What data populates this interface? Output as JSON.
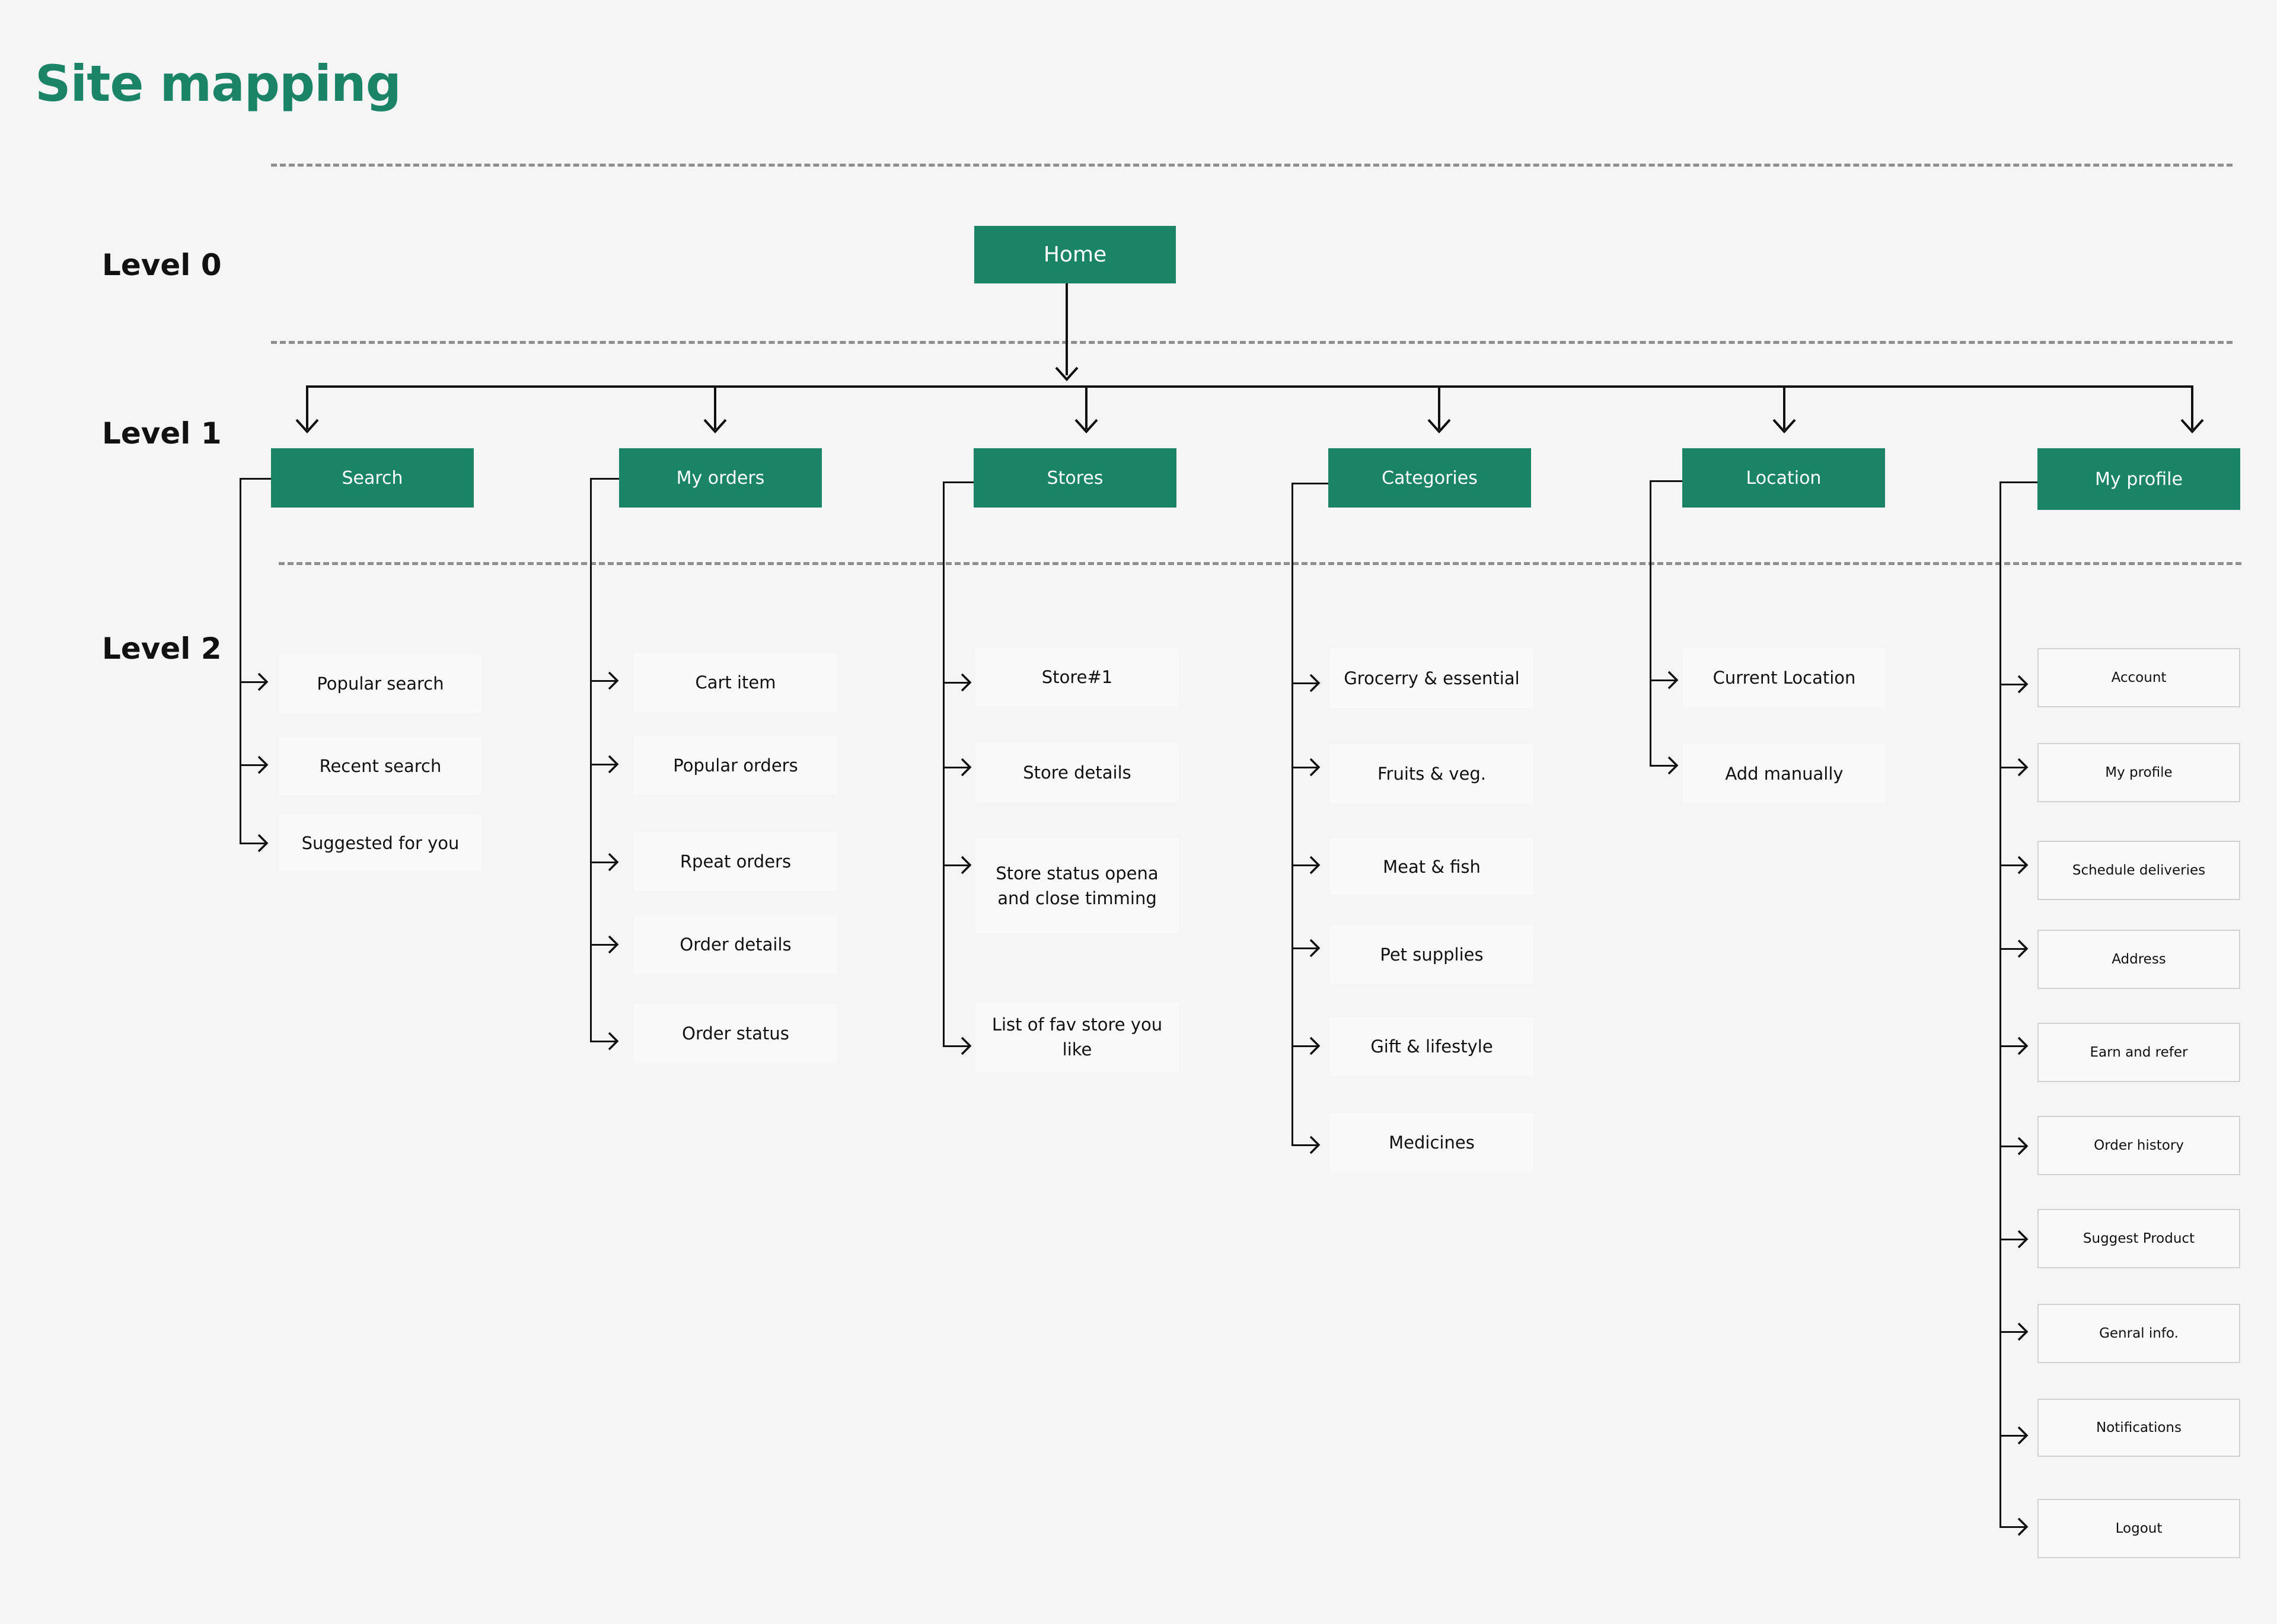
{
  "title": "Site mapping",
  "levels": [
    "Level 0",
    "Level 1",
    "Level 2"
  ],
  "home": "Home",
  "colors": {
    "accent": "#1b8467",
    "line": "#111111",
    "dash": "#8f8f8f",
    "card": "#f9f9f9",
    "background": "#f5f5f5"
  },
  "columns": [
    {
      "label": "Search",
      "children": [
        "Popular search",
        "Recent search",
        "Suggested for you"
      ]
    },
    {
      "label": "My orders",
      "children": [
        "Cart item",
        "Popular orders",
        "Rpeat orders",
        "Order details",
        "Order status"
      ]
    },
    {
      "label": "Stores",
      "children": [
        "Store#1",
        "Store details",
        "Store status opena and close timming",
        "List of fav store you like"
      ]
    },
    {
      "label": "Categories",
      "children": [
        "Grocerry & essential",
        "Fruits & veg.",
        "Meat & fish",
        "Pet supplies",
        "Gift & lifestyle",
        "Medicines"
      ]
    },
    {
      "label": "Location",
      "children": [
        "Current Location",
        "Add manually"
      ]
    },
    {
      "label": "My profile",
      "children": [
        "Account",
        "My profile",
        "Schedule deliveries",
        "Address",
        "Earn and refer",
        "Order history",
        "Suggest Product",
        "Genral info.",
        "Notifications",
        "Logout"
      ]
    }
  ]
}
